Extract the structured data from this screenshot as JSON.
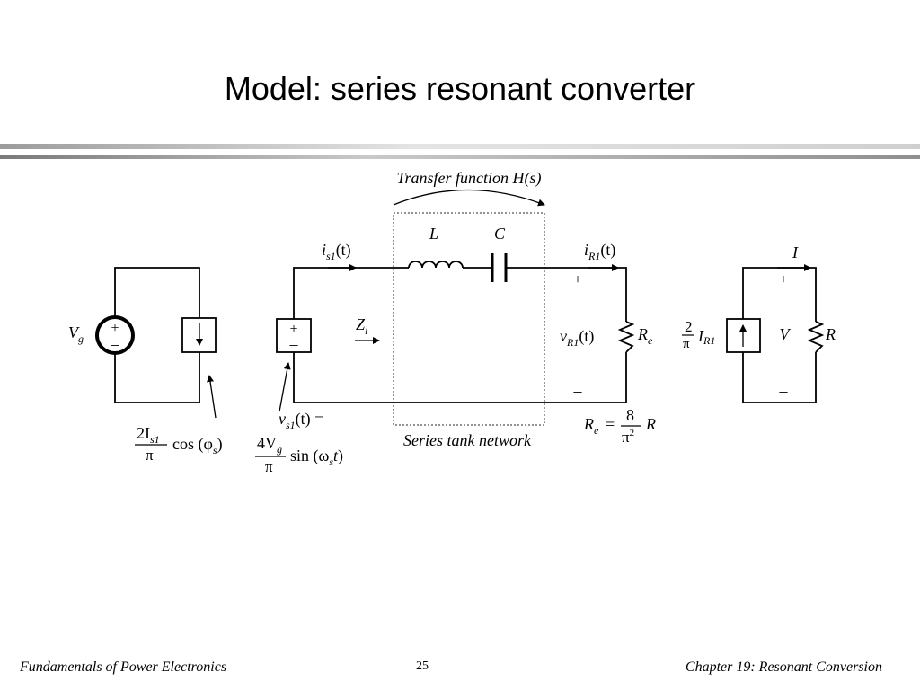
{
  "title": "Model: series resonant converter",
  "footer": {
    "left": "Fundamentals of Power Electronics",
    "page": "25",
    "right": "Chapter 19:  Resonant Conversion"
  },
  "diagram": {
    "transfer_function": "Transfer function H(s)",
    "inductor": "L",
    "capacitor": "C",
    "tank_label": "Series tank network",
    "input_current": "i",
    "input_current_sub": "s1",
    "output_current": "i",
    "output_current_sub": "R1",
    "time_arg": "(t)",
    "impedance": "Z",
    "impedance_sub": "i",
    "source_voltage": "V",
    "source_voltage_sub": "g",
    "output_voltage": "v",
    "output_voltage_sub": "R1",
    "resistor_e": "R",
    "resistor_e_sub": "e",
    "load_current": "I",
    "load_voltage": "V",
    "load_resistor": "R",
    "plus": "+",
    "minus": "–",
    "eq_input_current": {
      "num_main": "2I",
      "num_sub": "s1",
      "den": "π",
      "func": "cos (φ",
      "func_sub": "s",
      "func_close": ")"
    },
    "eq_source": {
      "lhs": "v",
      "lhs_sub": "s1",
      "lhs_rest": "(t) =",
      "num_main": "4V",
      "num_sub": "g",
      "den": "π",
      "func": "sin (ω",
      "func_sub": "s",
      "func_t": "t",
      "func_close": ")"
    },
    "eq_re": {
      "lhs": "R",
      "lhs_sub": "e",
      "eq": "=",
      "num": "8",
      "den": "π",
      "den_sup": "2",
      "rhs": "R"
    },
    "eq_output_source": {
      "num": "2",
      "den": "π",
      "var": "I",
      "var_sub": "R1"
    }
  }
}
